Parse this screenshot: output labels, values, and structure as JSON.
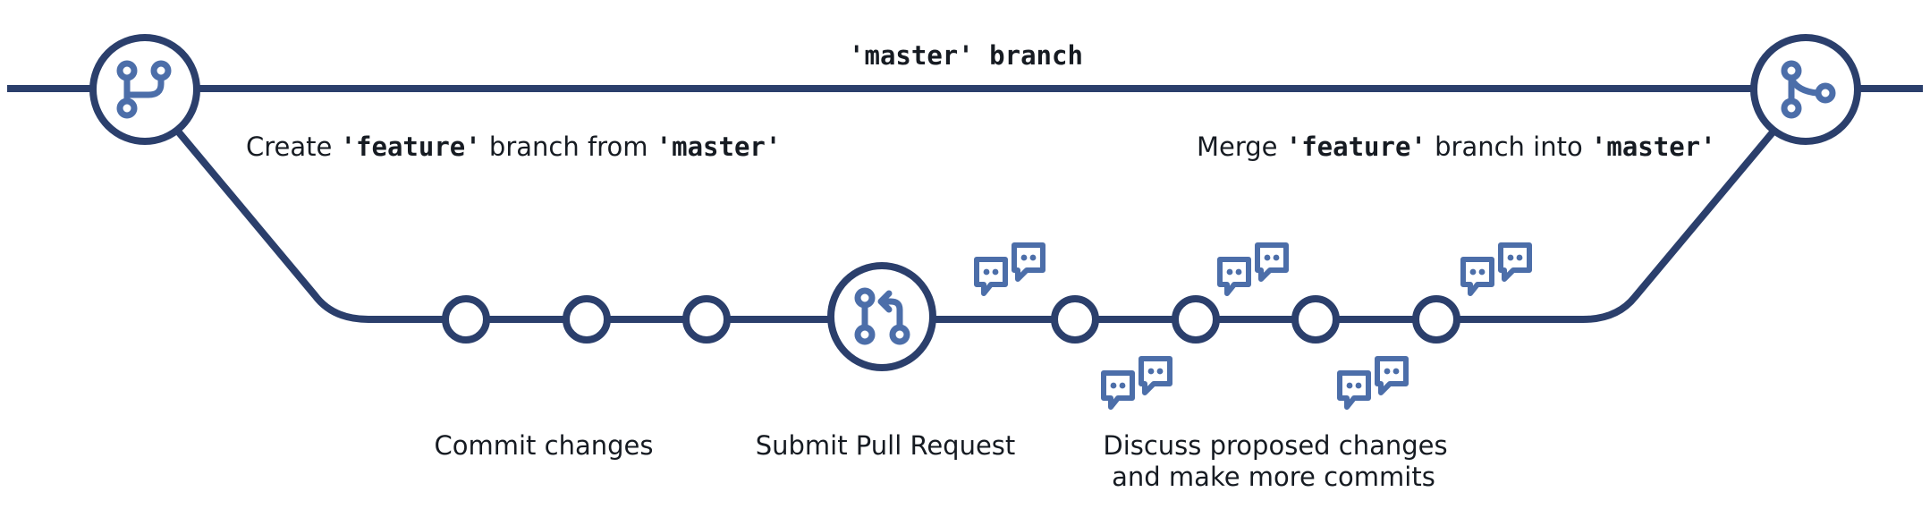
{
  "diagram": {
    "colors": {
      "line": "#2b3f6c",
      "icon": "#4c6ea9",
      "text": "#161b22",
      "background": "#ffffff"
    },
    "master_label": "'master' branch",
    "create_branch": {
      "prefix": "Create ",
      "branch": "'feature'",
      "middle": " branch from ",
      "target": "'master'"
    },
    "merge_branch": {
      "prefix": "Merge ",
      "branch": "'feature'",
      "middle": " branch into ",
      "target": "'master'"
    },
    "steps": {
      "commit": "Commit changes",
      "pull_request": "Submit Pull Request",
      "discuss_line1": "Discuss proposed changes",
      "discuss_line2": "and make more commits"
    },
    "icons": {
      "branch_start": "git-branch-icon",
      "merge_end": "git-merge-icon",
      "pull_request": "pull-request-icon",
      "comments": "comment-discussion-icon"
    },
    "counts": {
      "commits_before_pr": 3,
      "commits_after_pr": 4,
      "discussion_bubbles": 5
    }
  }
}
